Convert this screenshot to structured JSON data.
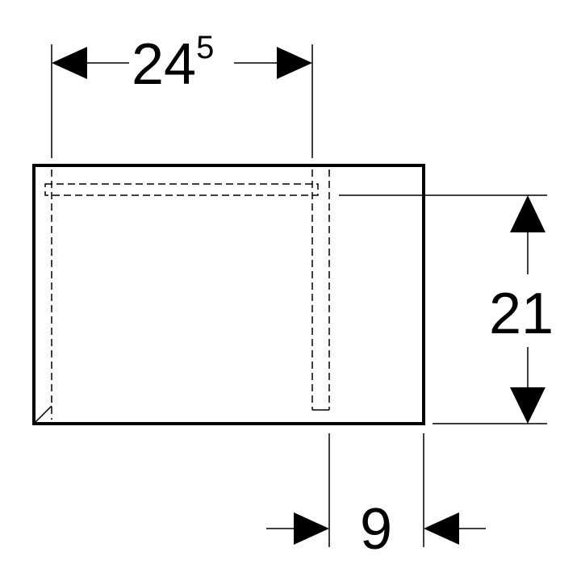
{
  "dimensions": {
    "top_width": {
      "main": "24",
      "superscript": "5"
    },
    "right_height": "21",
    "bottom_depth": "9"
  },
  "colors": {
    "line": "#000000",
    "background": "#ffffff"
  }
}
